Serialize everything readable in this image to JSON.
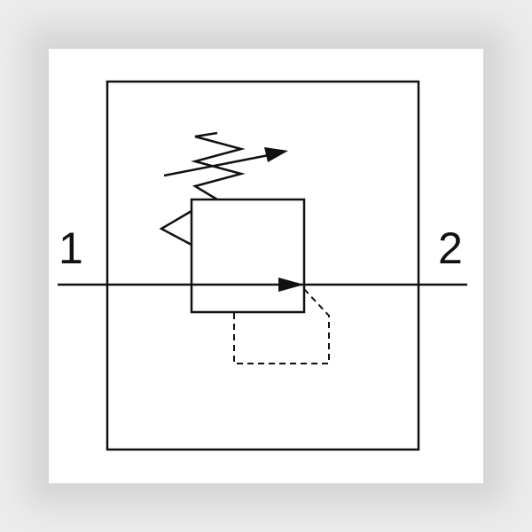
{
  "diagram": {
    "type": "pneumatic-pressure-regulator-symbol",
    "ports": {
      "inlet": "1",
      "outlet": "2"
    },
    "colors": {
      "line": "#111111",
      "background": "#ffffff",
      "backdrop": "#ececec"
    },
    "elements": [
      "outer-housing",
      "valve-body",
      "adjustable-spring",
      "adjustment-arrow",
      "pilot-relief-triangle",
      "flow-path-line",
      "flow-arrow",
      "pilot-feedback-line"
    ]
  }
}
